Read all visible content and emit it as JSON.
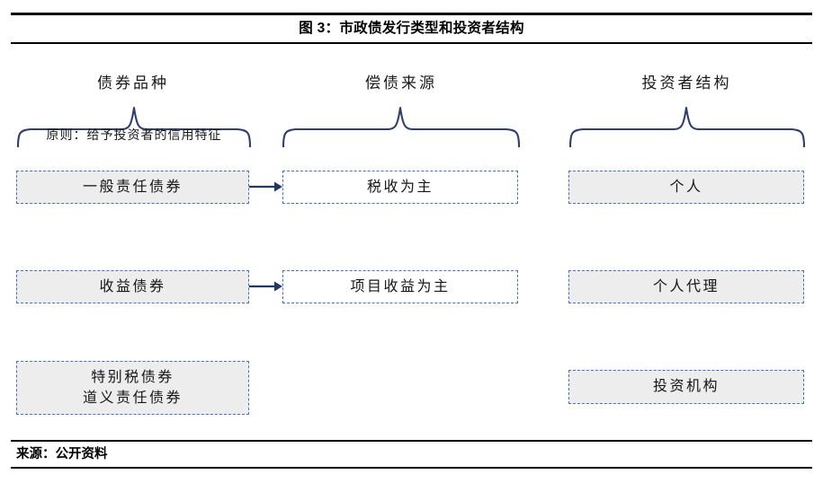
{
  "figure": {
    "title": "图 3：市政债发行类型和投资者结构",
    "source_label": "来源：公开资料"
  },
  "columns": [
    {
      "id": "bond-type",
      "header": "债券品种",
      "brace_caption": "原则：给予投资者的信用特征"
    },
    {
      "id": "repayment-source",
      "header": "偿债来源",
      "brace_caption": ""
    },
    {
      "id": "investor-structure",
      "header": "投资者结构",
      "brace_caption": ""
    }
  ],
  "nodes": {
    "bond_type": [
      {
        "line1": "一般责任债券",
        "line2": ""
      },
      {
        "line1": "收益债券",
        "line2": ""
      },
      {
        "line1": "特别税债券",
        "line2": "道义责任债券"
      }
    ],
    "repayment_source": [
      {
        "line1": "税收为主",
        "line2": ""
      },
      {
        "line1": "项目收益为主",
        "line2": ""
      }
    ],
    "investor_structure": [
      {
        "line1": "个人",
        "line2": ""
      },
      {
        "line1": "个人代理",
        "line2": ""
      },
      {
        "line1": "投资机构",
        "line2": ""
      }
    ]
  },
  "colors": {
    "brace_stroke": "#2F3F6E",
    "box_border": "#4472C4",
    "box_fill": "#EDEDED",
    "arrow": "#1F3864",
    "rule": "#000000"
  }
}
